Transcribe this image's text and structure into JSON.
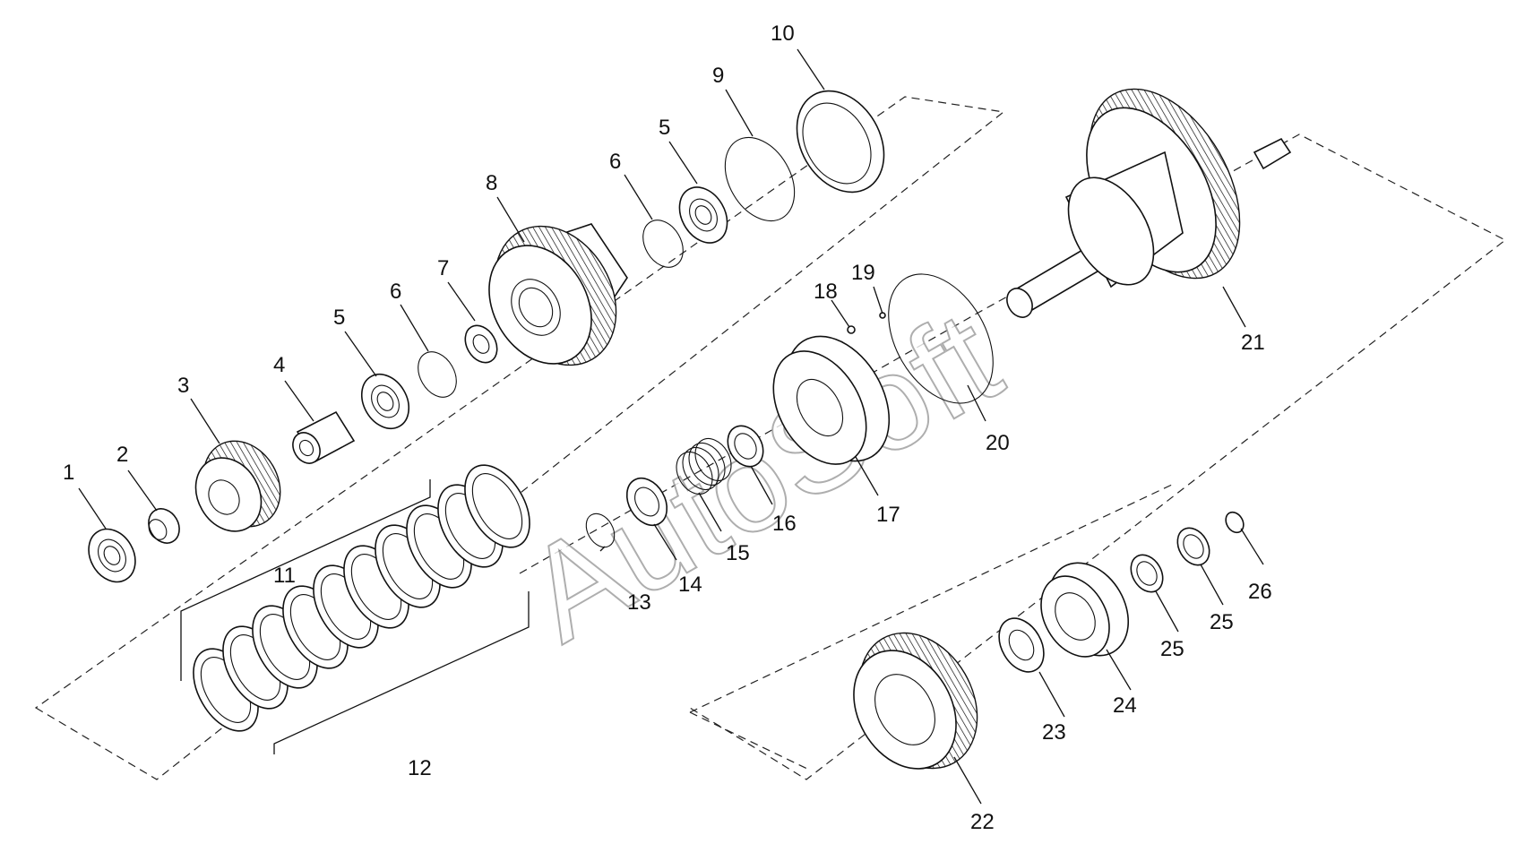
{
  "watermark": "AutoSoft",
  "callouts": [
    {
      "id": "1",
      "label": "1"
    },
    {
      "id": "2",
      "label": "2"
    },
    {
      "id": "3",
      "label": "3"
    },
    {
      "id": "4",
      "label": "4"
    },
    {
      "id": "5a",
      "label": "5"
    },
    {
      "id": "6a",
      "label": "6"
    },
    {
      "id": "7",
      "label": "7"
    },
    {
      "id": "8",
      "label": "8"
    },
    {
      "id": "6b",
      "label": "6"
    },
    {
      "id": "5b",
      "label": "5"
    },
    {
      "id": "9",
      "label": "9"
    },
    {
      "id": "10",
      "label": "10"
    },
    {
      "id": "11",
      "label": "11"
    },
    {
      "id": "12",
      "label": "12"
    },
    {
      "id": "13",
      "label": "13"
    },
    {
      "id": "14",
      "label": "14"
    },
    {
      "id": "15",
      "label": "15"
    },
    {
      "id": "16",
      "label": "16"
    },
    {
      "id": "17",
      "label": "17"
    },
    {
      "id": "18",
      "label": "18"
    },
    {
      "id": "19",
      "label": "19"
    },
    {
      "id": "20",
      "label": "20"
    },
    {
      "id": "21",
      "label": "21"
    },
    {
      "id": "22",
      "label": "22"
    },
    {
      "id": "23",
      "label": "23"
    },
    {
      "id": "24",
      "label": "24"
    },
    {
      "id": "25a",
      "label": "25"
    },
    {
      "id": "25b",
      "label": "25"
    },
    {
      "id": "26",
      "label": "26"
    }
  ]
}
